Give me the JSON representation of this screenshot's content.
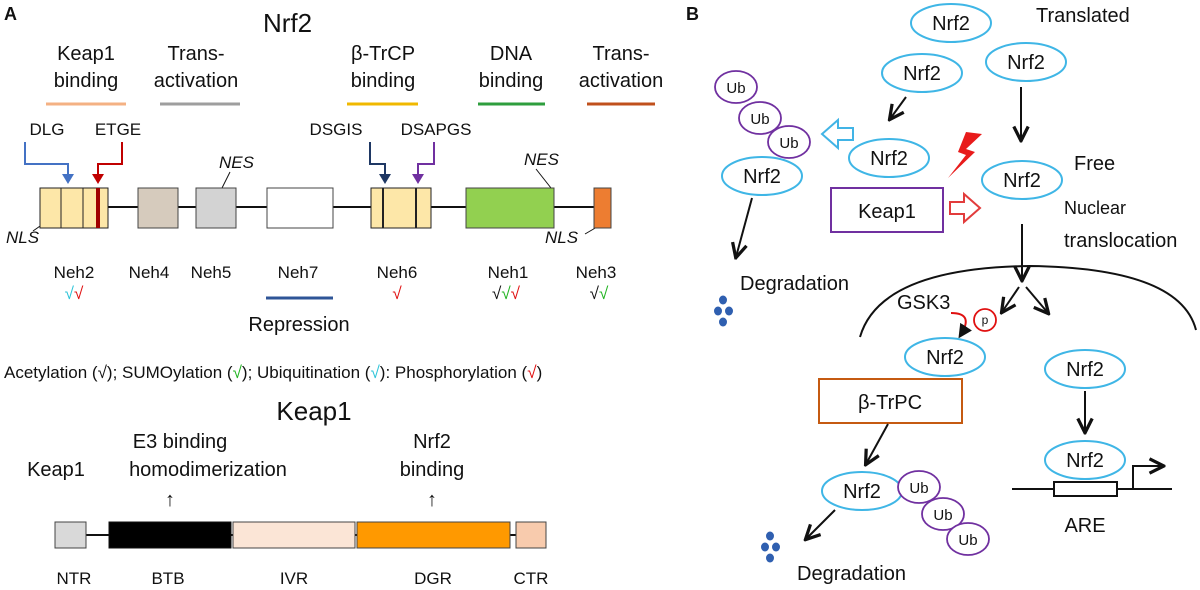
{
  "panel_a": {
    "label": "A",
    "nrf2": {
      "title": "Nrf2",
      "function_labels": [
        {
          "line1": "Keap1",
          "line2": "binding",
          "color": "#f4b183"
        },
        {
          "line1": "Trans-",
          "line2": "activation",
          "color": "#9e9e9e"
        },
        {
          "line1": "β-TrCP",
          "line2": "binding",
          "color": "#f0b800"
        },
        {
          "line1": "DNA",
          "line2": "binding",
          "color": "#2e9e3e"
        },
        {
          "line1": "Trans-",
          "line2": "activation",
          "color": "#c0501c"
        }
      ],
      "motifs": [
        {
          "label": "DLG",
          "color": "#4472c4"
        },
        {
          "label": "ETGE",
          "color": "#c00000"
        },
        {
          "label": "DSGIS",
          "color": "#1f3864"
        },
        {
          "label": "DSAPGS",
          "color": "#7030a0"
        }
      ],
      "signals": {
        "nes": "NES",
        "nls": "NLS"
      },
      "domains": [
        {
          "name": "Neh2",
          "color": "#fde7a8"
        },
        {
          "name": "Neh4",
          "color": "#d6cbbd"
        },
        {
          "name": "Neh5",
          "color": "#d3d3d3"
        },
        {
          "name": "Neh7",
          "color": "#ffffff"
        },
        {
          "name": "Neh6",
          "color": "#fde7a8"
        },
        {
          "name": "Neh1",
          "color": "#92d050"
        },
        {
          "name": "Neh3",
          "color": "#ed7d31"
        }
      ],
      "repression_label": "Repression",
      "repression_color": "#2f5597",
      "check_glyph": "√",
      "modification_marks": [
        {
          "domain": "Neh2",
          "marks": [
            "Ubiquitination",
            "Phosphorylation"
          ]
        },
        {
          "domain": "Neh6",
          "marks": [
            "Phosphorylation"
          ]
        },
        {
          "domain": "Neh1",
          "marks": [
            "Acetylation",
            "SUMOylation",
            "Phosphorylation"
          ]
        },
        {
          "domain": "Neh3",
          "marks": [
            "Acetylation",
            "SUMOylation"
          ]
        }
      ],
      "legend": [
        {
          "name": "Acetylation",
          "color": "#111111",
          "sep": "; "
        },
        {
          "name": "SUMOylation",
          "color": "#22b422",
          "sep": "; "
        },
        {
          "name": "Ubiquitination",
          "color": "#2ec4d8",
          "sep": ": "
        },
        {
          "name": "Phosphorylation",
          "color": "#e01010",
          "sep": ""
        }
      ]
    },
    "keap1": {
      "title": "Keap1",
      "annotations": {
        "e3_line1": "E3 binding",
        "e3_line2": "homodimerization",
        "e3_line0": "Keap1",
        "nrf2_line1": "Nrf2",
        "nrf2_line2": "binding",
        "arrow_glyph": "↑"
      },
      "domains": [
        {
          "name": "NTR",
          "color": "#d9d9d9"
        },
        {
          "name": "BTB",
          "color": "#000000"
        },
        {
          "name": "IVR",
          "color": "#fbe5d6"
        },
        {
          "name": "DGR",
          "color": "#ff9900"
        },
        {
          "name": "CTR",
          "color": "#f8cbad"
        }
      ]
    }
  },
  "panel_b": {
    "label": "B",
    "nrf2_label": "Nrf2",
    "ub_label": "Ub",
    "p_label": "p",
    "translated": "Translated",
    "free": "Free",
    "nuclear1": "Nuclear",
    "nuclear2": "translocation",
    "keap1": "Keap1",
    "gsk3": "GSK3",
    "btrcp": "β-TrPC",
    "degradation": "Degradation",
    "are": "ARE",
    "colors": {
      "nrf2_border": "#3fb6e6",
      "ub_border": "#7030a0",
      "keap1_border": "#7030a0",
      "btrcp_border": "#c55a11",
      "bolt": "#e81b1b",
      "phospho": "#e01010",
      "hollow_blue": "#41b4e6",
      "hollow_red": "#e23c3c",
      "dots": "#2f5fb0"
    }
  }
}
